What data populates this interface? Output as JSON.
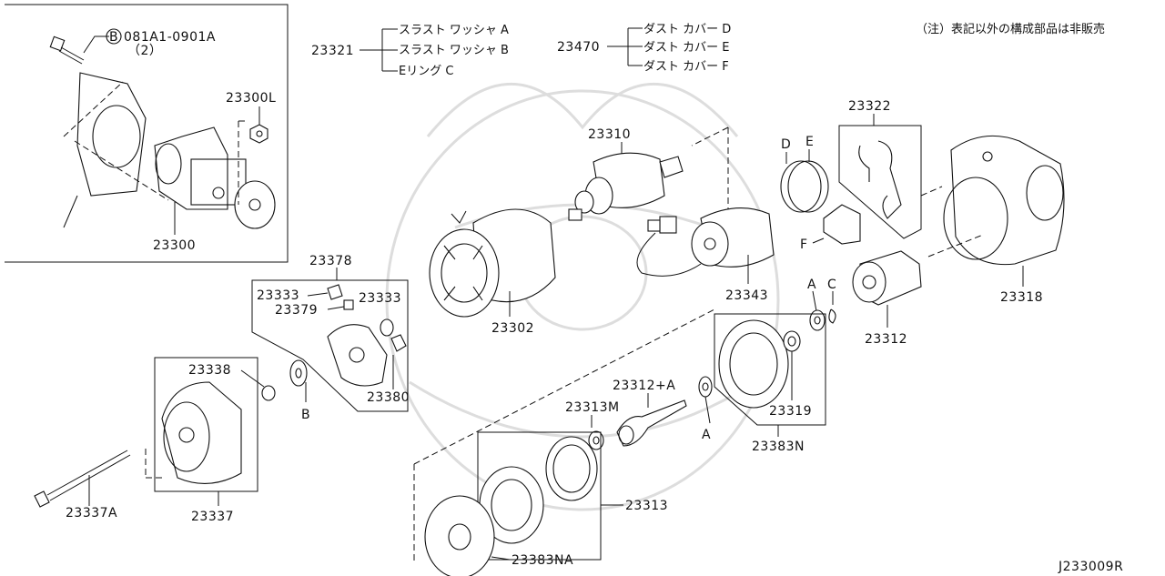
{
  "note": "（注）表記以外の構成部品は非販売",
  "diagram_id": "J233009R",
  "inset": {
    "bolt_code": "081A1-0901A",
    "bolt_qty": "（2）",
    "bolt_marker": "B",
    "nut_label": "23300L",
    "starter_label": "23300"
  },
  "group_23321": {
    "code": "23321",
    "items": [
      "スラスト ワッシャ A",
      "スラスト ワッシャ B",
      "Eリング C"
    ]
  },
  "group_23470": {
    "code": "23470",
    "items": [
      "ダスト カバー D",
      "ダスト カバー E",
      "ダスト カバー F"
    ]
  },
  "labels": {
    "p23378": "23378",
    "p23333a": "23333",
    "p23333b": "23333",
    "p23379": "23379",
    "p23380": "23380",
    "p23338": "23338",
    "p23337": "23337",
    "p23337A": "23337A",
    "p23302": "23302",
    "p23310": "23310",
    "p23343": "23343",
    "p23322": "23322",
    "p23318": "23318",
    "p23312": "23312",
    "p23319": "23319",
    "p23383N": "23383N",
    "p23312A": "23312+A",
    "p23313M": "23313M",
    "p23313": "23313",
    "p23383NA": "23383NA"
  },
  "letters": {
    "B": "B",
    "A1": "A",
    "A2": "A",
    "C": "C",
    "D": "D",
    "E": "E",
    "F": "F"
  }
}
